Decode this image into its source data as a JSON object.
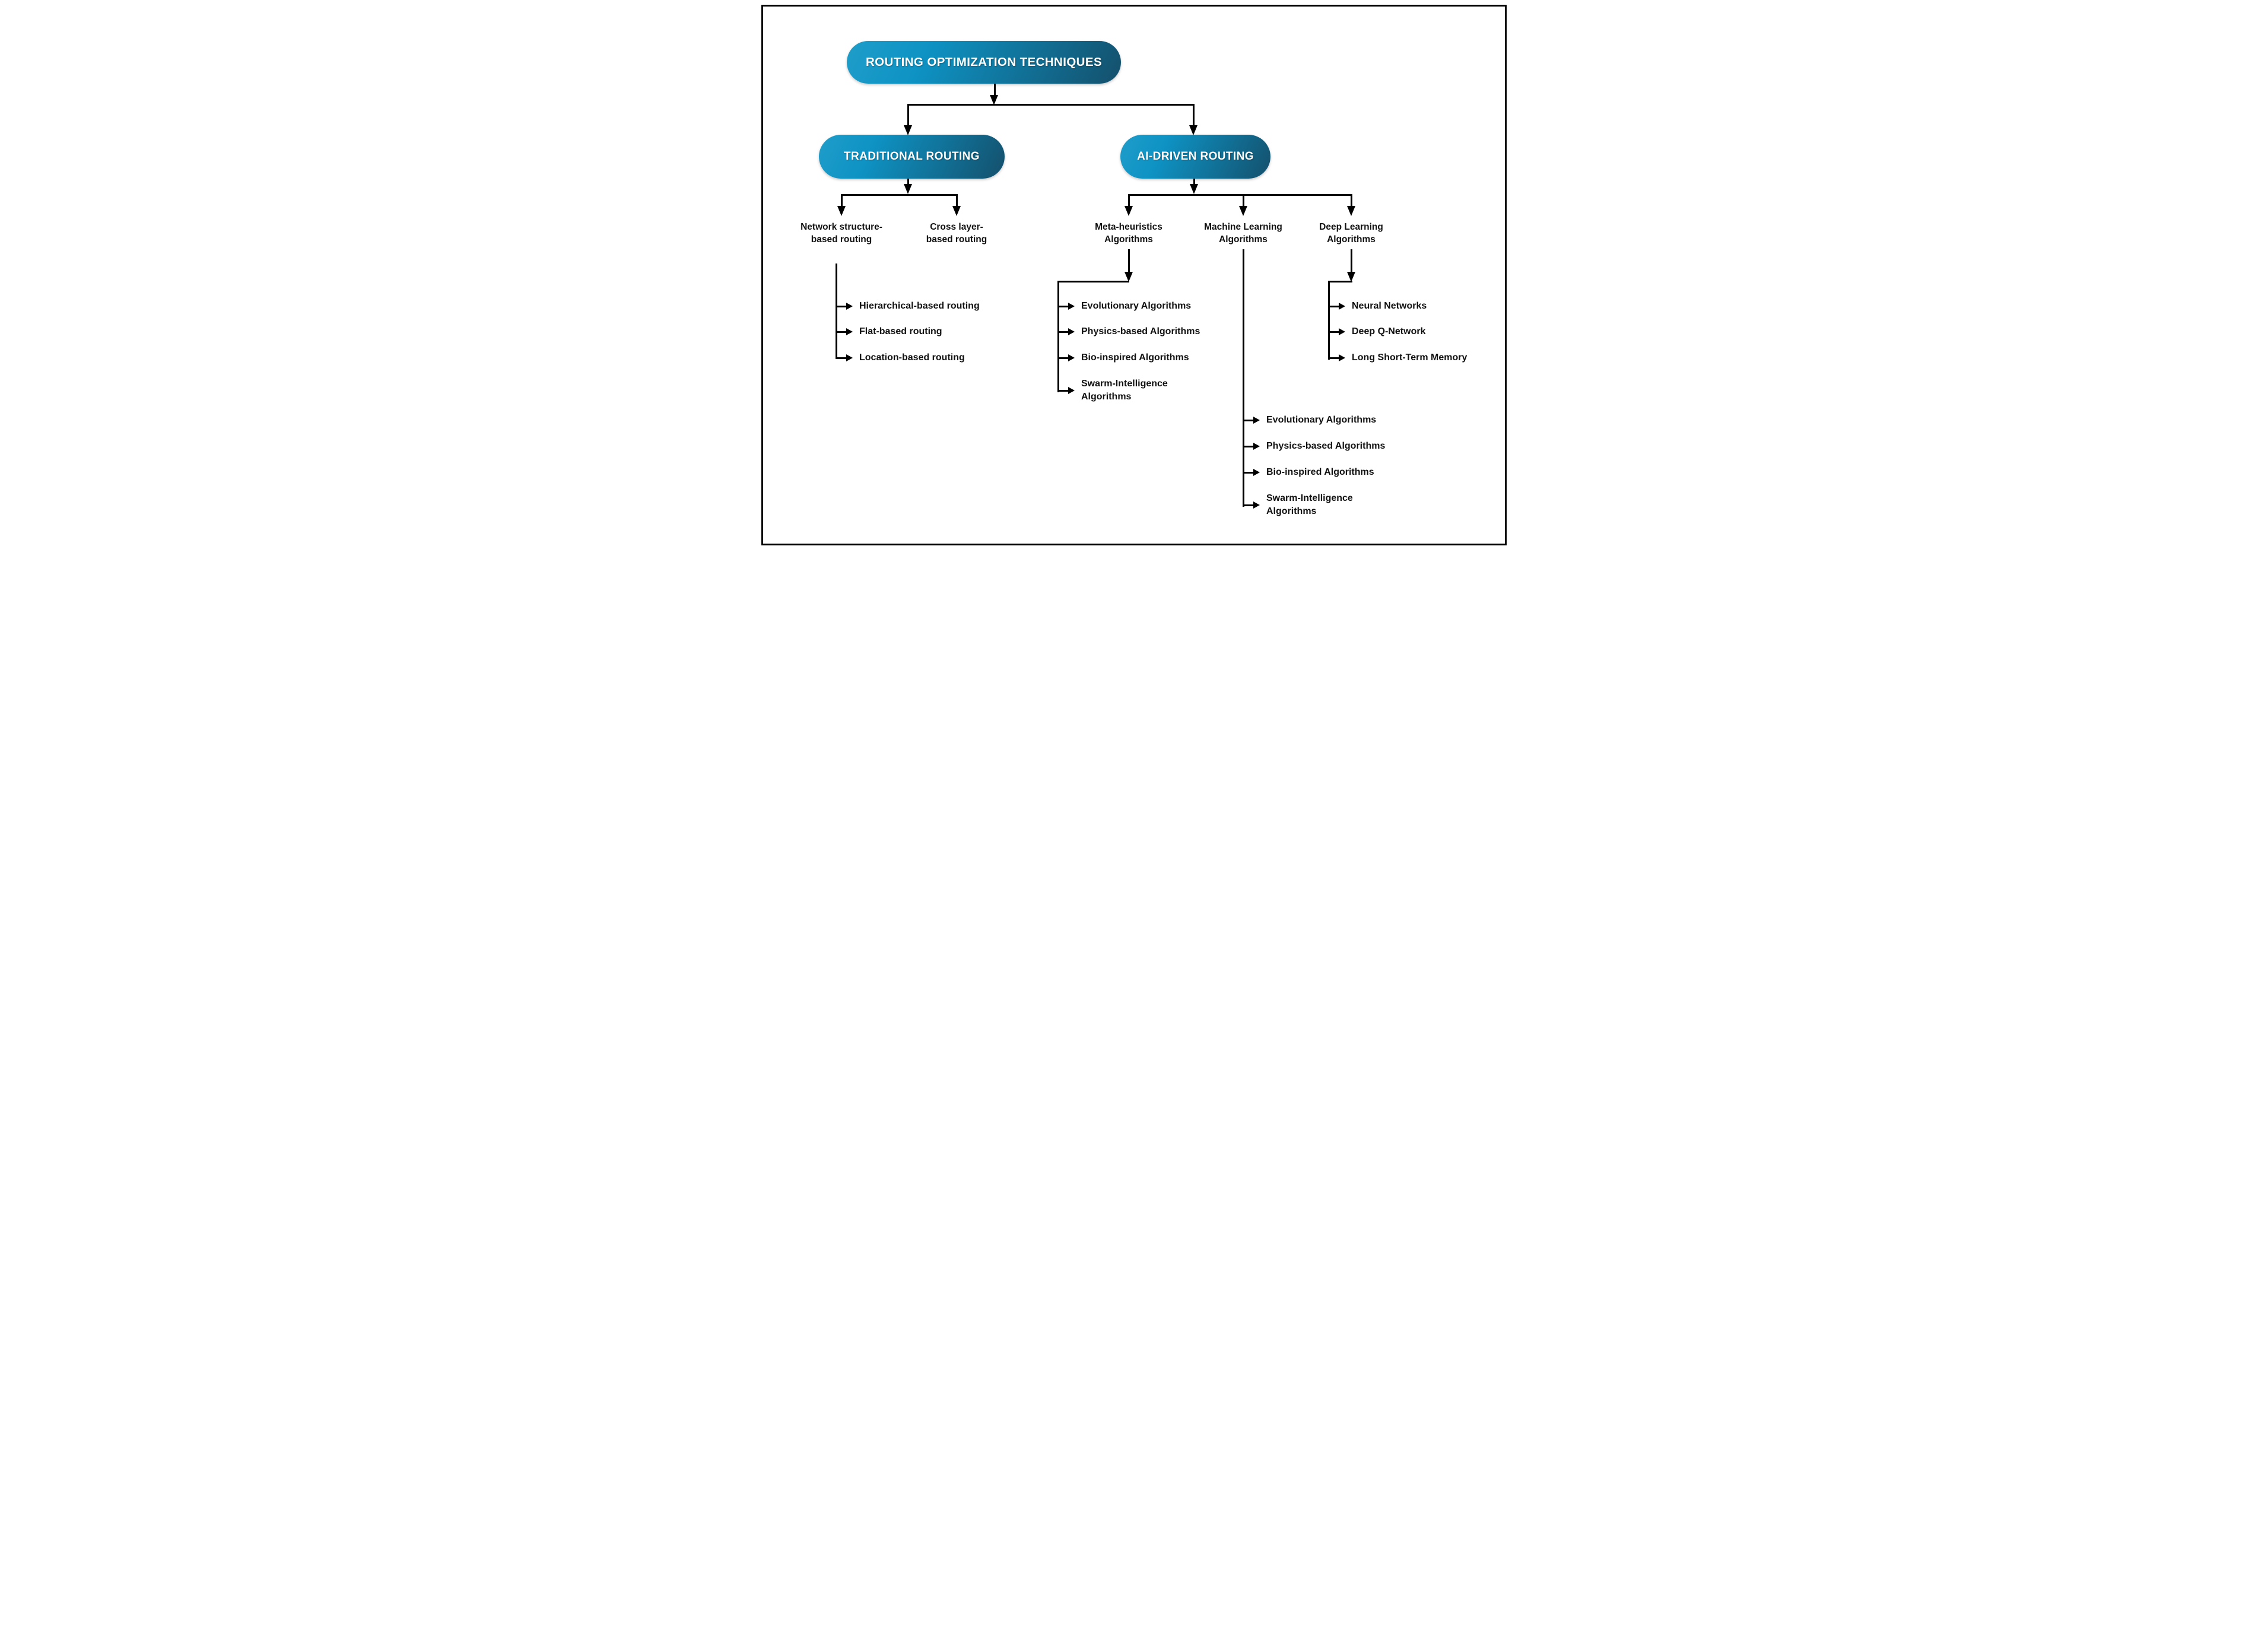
{
  "figure": {
    "root_label": "ROUTING OPTIMIZATION TECHNIQUES",
    "traditional": {
      "title": "TRADITIONAL ROUTING",
      "groups": [
        {
          "label": "Network structure-based routing",
          "items": [
            "Hierarchical-based routing",
            "Flat-based routing",
            "Location-based routing"
          ]
        },
        {
          "label": "Cross layer-based routing",
          "items": []
        }
      ]
    },
    "ai": {
      "title": "AI-DRIVEN ROUTING",
      "groups": [
        {
          "label": "Meta-heuristics Algorithms",
          "items": [
            "Evolutionary Algorithms",
            "Physics-based Algorithms",
            "Bio-inspired Algorithms",
            "Swarm-Intelligence Algorithms"
          ]
        },
        {
          "label": "Machine Learning Algorithms",
          "items": [
            "Evolutionary Algorithms",
            "Physics-based Algorithms",
            "Bio-inspired Algorithms",
            "Swarm-Intelligence Algorithms"
          ]
        },
        {
          "label": "Deep Learning Algorithms",
          "items": [
            "Neural Networks",
            "Deep Q-Network",
            "Long Short-Term Memory"
          ]
        }
      ]
    },
    "colors": {
      "pill_gradient_start": "#1f9dc9",
      "pill_gradient_mid": "#0e93c4",
      "pill_gradient_end": "#14506c",
      "line": "#000000",
      "text": "#111111",
      "background": "#ffffff"
    }
  }
}
